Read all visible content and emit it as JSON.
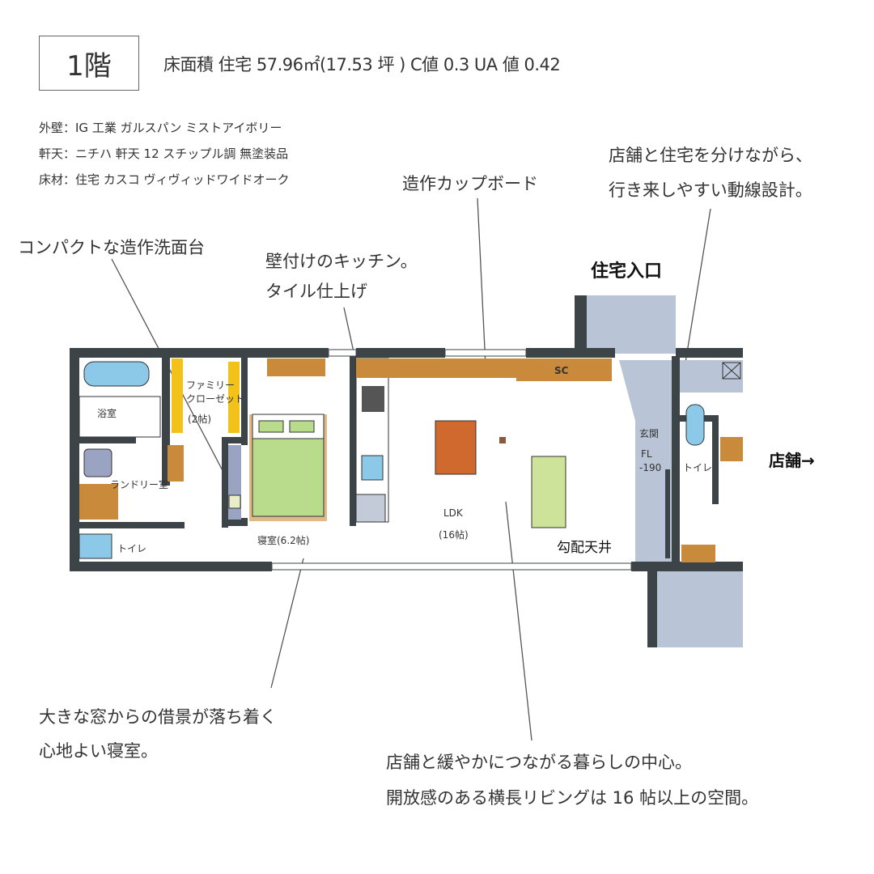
{
  "header": {
    "floor": "1階",
    "spec": "床面積 住宅 57.96㎡(17.53 坪 ) C値 0.3 UA 値 0.42"
  },
  "materials": [
    "外壁：IG 工業 ガルスパン ミストアイボリー",
    "軒天：ニチハ 軒天 12 スチップル調 無塗装品",
    "床材：住宅 カスコ ヴィヴィッドワイドオーク"
  ],
  "notes": {
    "cupboard": "造作カップボード",
    "circulation": [
      "店舗と住宅を分けながら、",
      "行き来しやすい動線設計。"
    ],
    "washbasin": "コンパクトな造作洗面台",
    "kitchen": [
      "壁付けのキッチン。",
      "タイル仕上げ"
    ],
    "entrance": "住宅入口",
    "shop": "店舗→",
    "bedroom": [
      "大きな窓からの借景が落ち着く",
      "心地よい寝室。"
    ],
    "living": [
      "店舗と緩やかにつながる暮らしの中心。",
      "開放感のある横長リビングは 16 帖以上の空間。"
    ]
  },
  "plan": {
    "bath": "浴室",
    "closet": [
      "ファミリー",
      "クローゼット",
      "(2帖)"
    ],
    "laundry": "ランドリー室",
    "toilet1": "トイレ",
    "bedroom": "寝室(6.2帖)",
    "sc": "SC",
    "ldk": [
      "LDK",
      "(16帖)"
    ],
    "ceiling": "勾配天井",
    "genkan": [
      "玄関",
      "FL",
      "-190"
    ],
    "toilet2": "トイレ"
  },
  "colors": {
    "wall": "#3d4447",
    "wood": "#c98a3c",
    "floor_gray": "#b9c4d6",
    "bed": "#b9dc8c",
    "water": "#8cc8e8",
    "table": "#d0692e"
  }
}
